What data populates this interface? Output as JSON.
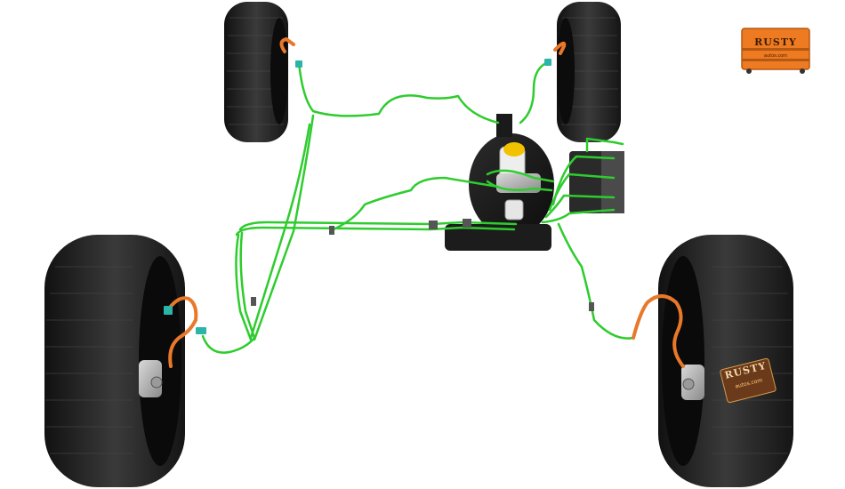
{
  "diagram": {
    "components": [
      {
        "id": "front-left-wheel",
        "label": ""
      },
      {
        "id": "front-right-wheel",
        "label": ""
      },
      {
        "id": "rear-left-wheel",
        "label": ""
      },
      {
        "id": "rear-right-wheel",
        "label": ""
      },
      {
        "id": "brake-booster",
        "label": ""
      },
      {
        "id": "master-cylinder",
        "label": ""
      },
      {
        "id": "abs-module",
        "label": ""
      }
    ],
    "line_colors": {
      "brake_line": "#2ecc2e",
      "brake_hose": "#e8782a",
      "tire": "#1e1e1e",
      "clip": "#2bb5a8"
    }
  },
  "watermarks": {
    "top_logo": {
      "text": "RUSTY",
      "sub": "autos.com",
      "color": "#ee7a22"
    },
    "badge": {
      "text": "RUSTY",
      "sub": "autos.com",
      "color": "#6b3a1a"
    }
  }
}
